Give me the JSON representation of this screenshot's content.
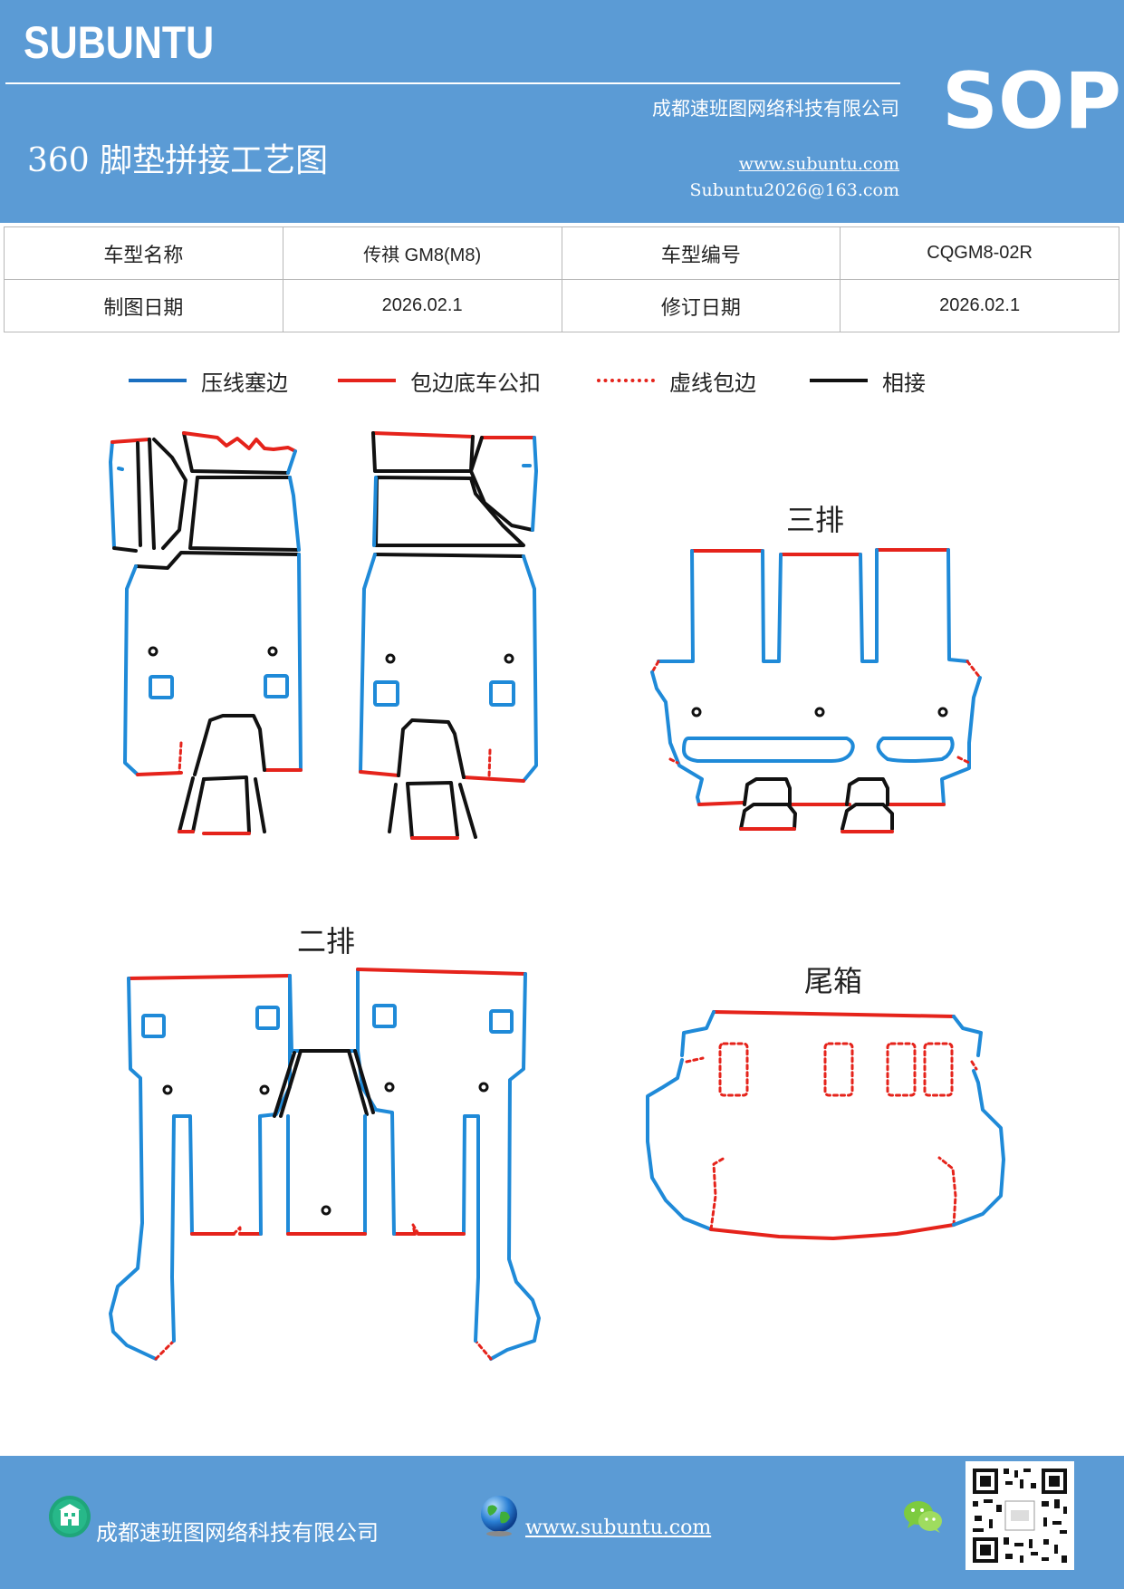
{
  "header": {
    "brand": "SUBUNTU",
    "company": "成都速班图网络科技有限公司",
    "title": "360 脚垫拼接工艺图",
    "website": "www.subuntu.com",
    "email": "Subuntu2026@163.com",
    "badge": "SOP"
  },
  "info": {
    "model_name_label": "车型名称",
    "model_name_value": "传祺 GM8(M8)",
    "model_code_label": "车型编号",
    "model_code_value": "CQGM8-02R",
    "draw_date_label": "制图日期",
    "draw_date_value": "2026.02.1",
    "revise_date_label": "修订日期",
    "revise_date_value": "2026.02.1"
  },
  "legend": [
    {
      "label": "压线塞边",
      "color": "#1a6fc0",
      "style": "solid"
    },
    {
      "label": "包边底车公扣",
      "color": "#e5231b",
      "style": "solid"
    },
    {
      "label": "虚线包边",
      "color": "#e5231b",
      "style": "dotted"
    },
    {
      "label": "相接",
      "color": "#111111",
      "style": "solid"
    }
  ],
  "sections": {
    "row3": "三排",
    "row2": "二排",
    "trunk": "尾箱"
  },
  "footer": {
    "company": "成都速班图网络科技有限公司",
    "website": "www.subuntu.com",
    "company_icon": "building-icon",
    "web_icon": "globe-icon",
    "wechat_icon": "wechat-icon"
  },
  "colors": {
    "header_bg": "#5b9bd5",
    "blue_line": "#1f8ad8",
    "red_line": "#e5231b",
    "black_line": "#111111"
  }
}
